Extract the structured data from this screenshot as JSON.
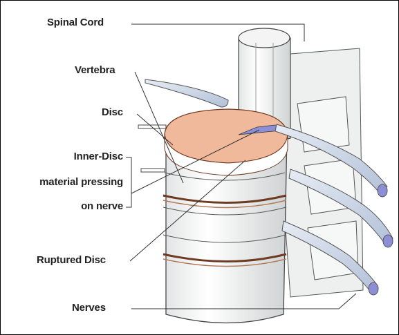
{
  "labels": {
    "spinal_cord": "Spinal Cord",
    "vertebra": "Vertebra",
    "disc": "Disc",
    "inner_disc_line1": "Inner-Disc",
    "inner_disc_line2": "material pressing",
    "inner_disc_line3": "on nerve",
    "ruptured_disc": "Ruptured Disc",
    "nerves": "Nerves"
  },
  "colors": {
    "disc_fill": "#f1b99b",
    "disc_stroke": "#6e3a22",
    "bone": "#ffffff",
    "bone_shade": "#d9dcdc",
    "nerve": "#c9d4e6",
    "nerve_tip": "#8d8fd6",
    "line": "#333333"
  }
}
